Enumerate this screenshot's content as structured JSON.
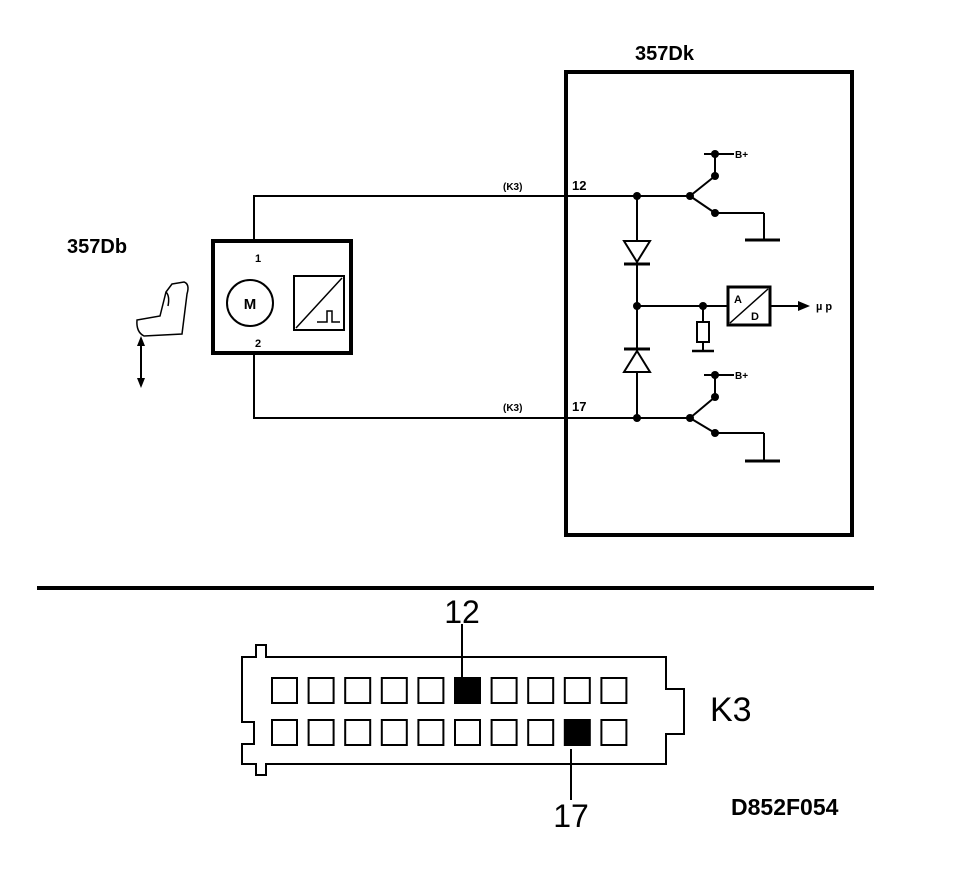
{
  "components": {
    "sensor_id": "357Db",
    "module_id": "357Dk",
    "motor_symbol": "M",
    "sensor_pin_1": "1",
    "sensor_pin_2": "2"
  },
  "wires": {
    "top": {
      "connector": "(K3)",
      "pin": "12"
    },
    "bottom": {
      "connector": "(K3)",
      "pin": "17"
    }
  },
  "module_internals": {
    "supply_top": "B+",
    "supply_bottom": "B+",
    "adc_in": "A",
    "adc_out": "D",
    "output": "µ p"
  },
  "connector": {
    "name": "K3",
    "highlight_pin_top": "12",
    "highlight_pin_bottom": "17",
    "rows": 2,
    "pins_per_row": 10,
    "highlighted": [
      {
        "row": 0,
        "index": 5,
        "pin": "12"
      },
      {
        "row": 1,
        "index": 8,
        "pin": "17"
      }
    ]
  },
  "figure_code": "D852F054",
  "colors": {
    "ink": "#000000",
    "paper": "#ffffff"
  }
}
